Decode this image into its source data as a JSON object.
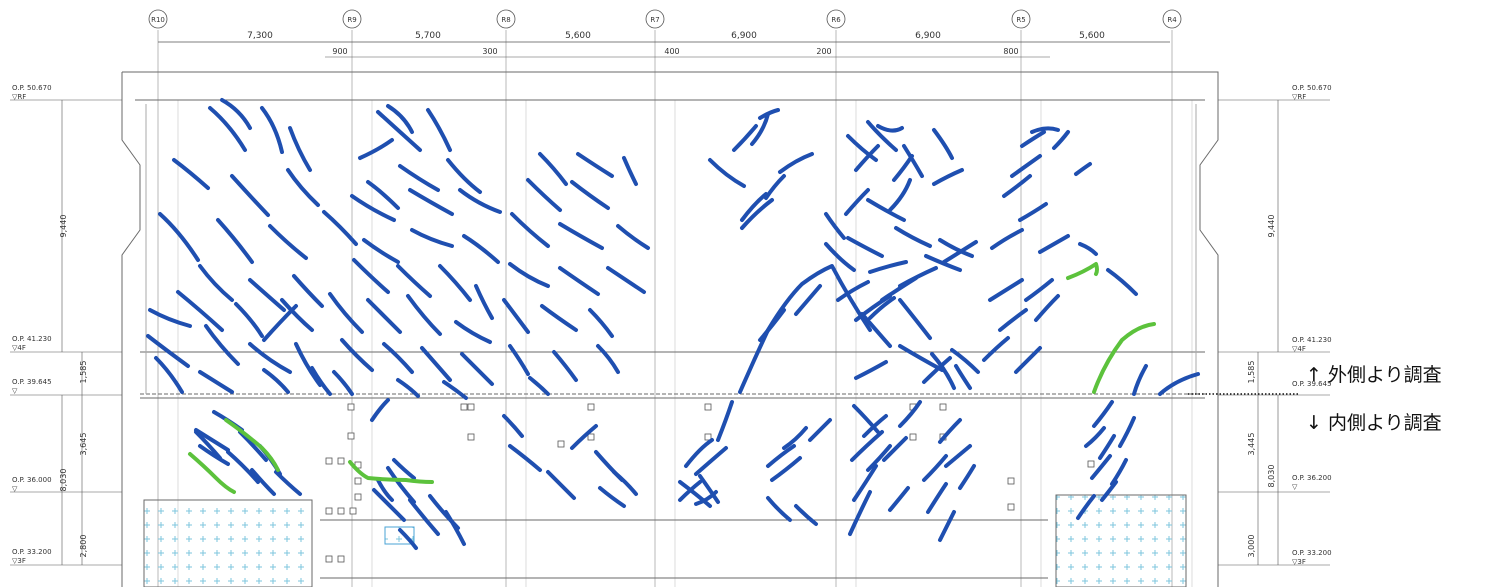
{
  "grid": {
    "axes": [
      "R10",
      "R9",
      "R8",
      "R7",
      "R6",
      "R5",
      "R4"
    ],
    "spans": [
      "7,300",
      "5,700",
      "5,600",
      "6,900",
      "6,900",
      "5,600"
    ],
    "small_dims": [
      "900",
      "300",
      "400",
      "200",
      "800"
    ]
  },
  "levels": {
    "left": [
      {
        "op": "O.P. 50.670",
        "tag": "▽RF"
      },
      {
        "op": "O.P. 41.230",
        "tag": "▽4F"
      },
      {
        "op": "O.P. 39.645",
        "tag": "▽"
      },
      {
        "op": "O.P. 36.000",
        "tag": "▽"
      },
      {
        "op": "O.P. 33.200",
        "tag": "▽3F"
      }
    ],
    "right": [
      {
        "op": "O.P. 50.670",
        "tag": "▽RF"
      },
      {
        "op": "O.P. 41.230",
        "tag": "▽4F"
      },
      {
        "op": "O.P. 39.645",
        "tag": ""
      },
      {
        "op": "O.P. 36.200",
        "tag": "▽"
      },
      {
        "op": "O.P. 33.200",
        "tag": "▽3F"
      }
    ]
  },
  "heights": {
    "left": [
      "9,440",
      "1,585",
      "3,645",
      "8,030",
      "2,800"
    ],
    "right": [
      "9,440",
      "1,585",
      "3,445",
      "8,030",
      "3,000"
    ]
  },
  "notes": {
    "outer": "↑ 外側より調査",
    "inner": "↓ 内側より調査"
  },
  "colors": {
    "crack": "#1f4fb0",
    "crack_repaired": "#5cc23c",
    "line": "#6a6a6a",
    "hatch": "#9ad3e6"
  }
}
